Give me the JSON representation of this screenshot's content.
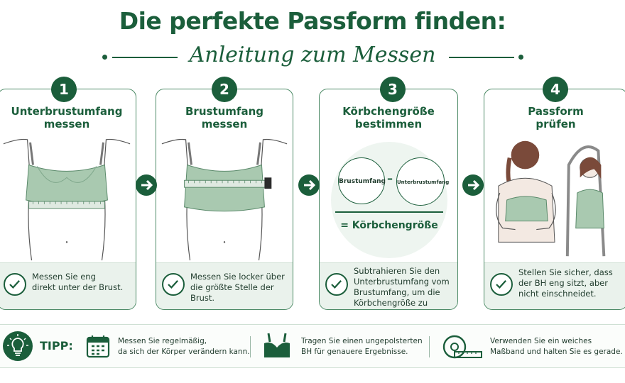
{
  "header": {
    "title": "Die perfekte Passform finden:",
    "subtitle": "Anleitung zum Messen"
  },
  "steps": [
    {
      "number": "1",
      "title_line1": "Unterbrustumfang",
      "title_line2": "messen",
      "text_line1": "Messen Sie eng",
      "text_line2": "direkt unter der Brust.",
      "text_line3": "",
      "text_line4": ""
    },
    {
      "number": "2",
      "title_line1": "Brustumfang",
      "title_line2": "messen",
      "text_line1": "Messen Sie locker über",
      "text_line2": "die größte Stelle der Brust.",
      "text_line3": "",
      "text_line4": ""
    },
    {
      "number": "3",
      "title_line1": "Körbchengröße",
      "title_line2": "bestimmen",
      "text_line1": "Subtrahieren Sie den",
      "text_line2": "Unterbrustumfang vom",
      "text_line3": "Brustumfang, um die",
      "text_line4": "Körbchengröße zu finden."
    },
    {
      "number": "4",
      "title_line1": "Passform",
      "title_line2": "prüfen",
      "text_line1": "Stellen Sie sicher, dass",
      "text_line2": "der BH eng sitzt, aber",
      "text_line3": "nicht einschneidet.",
      "text_line4": ""
    }
  ],
  "formula": {
    "left": "Brustumfang",
    "operator": "–",
    "right": "Unterbrustumfang",
    "result": "= Körbchengröße"
  },
  "tips": {
    "label": "TIPP:",
    "items": [
      {
        "line1": "Messen Sie regelmäßig,",
        "line2": "da sich der Körper verändern kann.",
        "icon": "calendar-icon"
      },
      {
        "line1": "Tragen Sie einen ungepolsterten",
        "line2": "BH für genauere Ergebnisse.",
        "icon": "bra-icon"
      },
      {
        "line1": "Verwenden Sie ein weiches",
        "line2": "Maßband und halten Sie es gerade.",
        "icon": "tape-measure-icon"
      }
    ]
  },
  "colors": {
    "primary": "#1b5e3b",
    "bra_fill": "#a9c9b0",
    "panel_bg": "#eaf2ec",
    "skin_line": "#555555"
  }
}
